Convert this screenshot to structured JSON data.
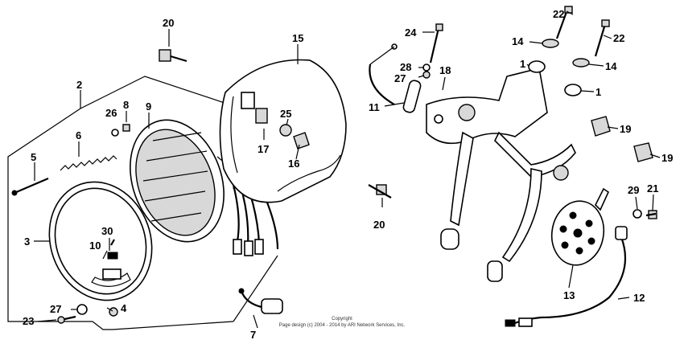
{
  "callouts": {
    "p1a": "1",
    "p1b": "1",
    "p2": "2",
    "p3": "3",
    "p4": "4",
    "p5": "5",
    "p6": "6",
    "p7": "7",
    "p8": "8",
    "p9": "9",
    "p10": "10",
    "p11": "11",
    "p12": "12",
    "p13": "13",
    "p14a": "14",
    "p14b": "14",
    "p15": "15",
    "p16": "16",
    "p17": "17",
    "p18": "18",
    "p19a": "19",
    "p19b": "19",
    "p20a": "20",
    "p20b": "20",
    "p21": "21",
    "p22a": "22",
    "p22b": "22",
    "p23": "23",
    "p24": "24",
    "p25": "25",
    "p26": "26",
    "p27a": "27",
    "p27b": "27",
    "p28": "28",
    "p29": "29",
    "p30": "30"
  },
  "copyright": {
    "line1": "Copyright",
    "line2": "Page design (c) 2004 - 2014 by ARI Network Services, Inc."
  }
}
